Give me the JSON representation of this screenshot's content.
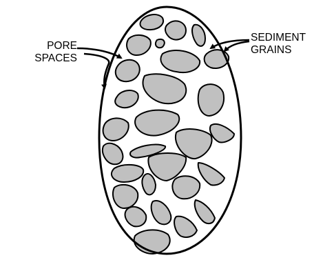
{
  "labels": {
    "pore": {
      "line1": "PORE",
      "line2": "SPACES"
    },
    "sediment": {
      "line1": "SEDIMENT",
      "line2": "GRAINS"
    }
  },
  "colors": {
    "grain_fill": "#c0c0c0",
    "outline": "#000000",
    "background": "#ffffff"
  }
}
